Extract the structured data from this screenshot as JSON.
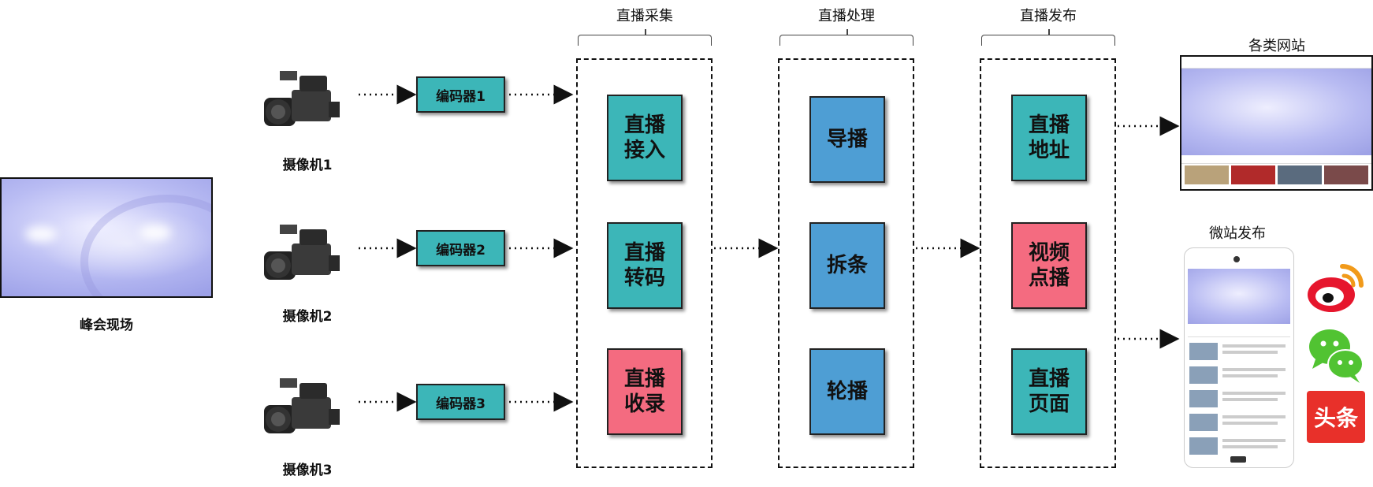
{
  "venue": {
    "label": "峰会现场"
  },
  "cameras": [
    {
      "label": "摄像机1"
    },
    {
      "label": "摄像机2"
    },
    {
      "label": "摄像机3"
    }
  ],
  "encoders": [
    {
      "label": "编码器1"
    },
    {
      "label": "编码器2"
    },
    {
      "label": "编码器3"
    }
  ],
  "groups": {
    "capture": {
      "title": "直播采集",
      "boxes": [
        {
          "line1": "直播",
          "line2": "接入",
          "color": "#3cb6b8"
        },
        {
          "line1": "直播",
          "line2": "转码",
          "color": "#3cb6b8"
        },
        {
          "line1": "直播",
          "line2": "收录",
          "color": "#f46b80"
        }
      ]
    },
    "process": {
      "title": "直播处理",
      "boxes": [
        {
          "label": "导播",
          "color": "#4e9ed4"
        },
        {
          "label": "拆条",
          "color": "#4e9ed4"
        },
        {
          "label": "轮播",
          "color": "#4e9ed4"
        }
      ]
    },
    "publish": {
      "title": "直播发布",
      "boxes": [
        {
          "line1": "直播",
          "line2": "地址",
          "color": "#3cb6b8"
        },
        {
          "line1": "视频",
          "line2": "点播",
          "color": "#f46b80"
        },
        {
          "line1": "直播",
          "line2": "页面",
          "color": "#3cb6b8"
        }
      ]
    }
  },
  "outputs": {
    "websites": {
      "label": "各类网站"
    },
    "micro": {
      "label": "微站发布"
    }
  },
  "social_icons": [
    "weibo-icon",
    "wechat-icon",
    "toutiao-icon"
  ],
  "toutiao_text": "头条"
}
